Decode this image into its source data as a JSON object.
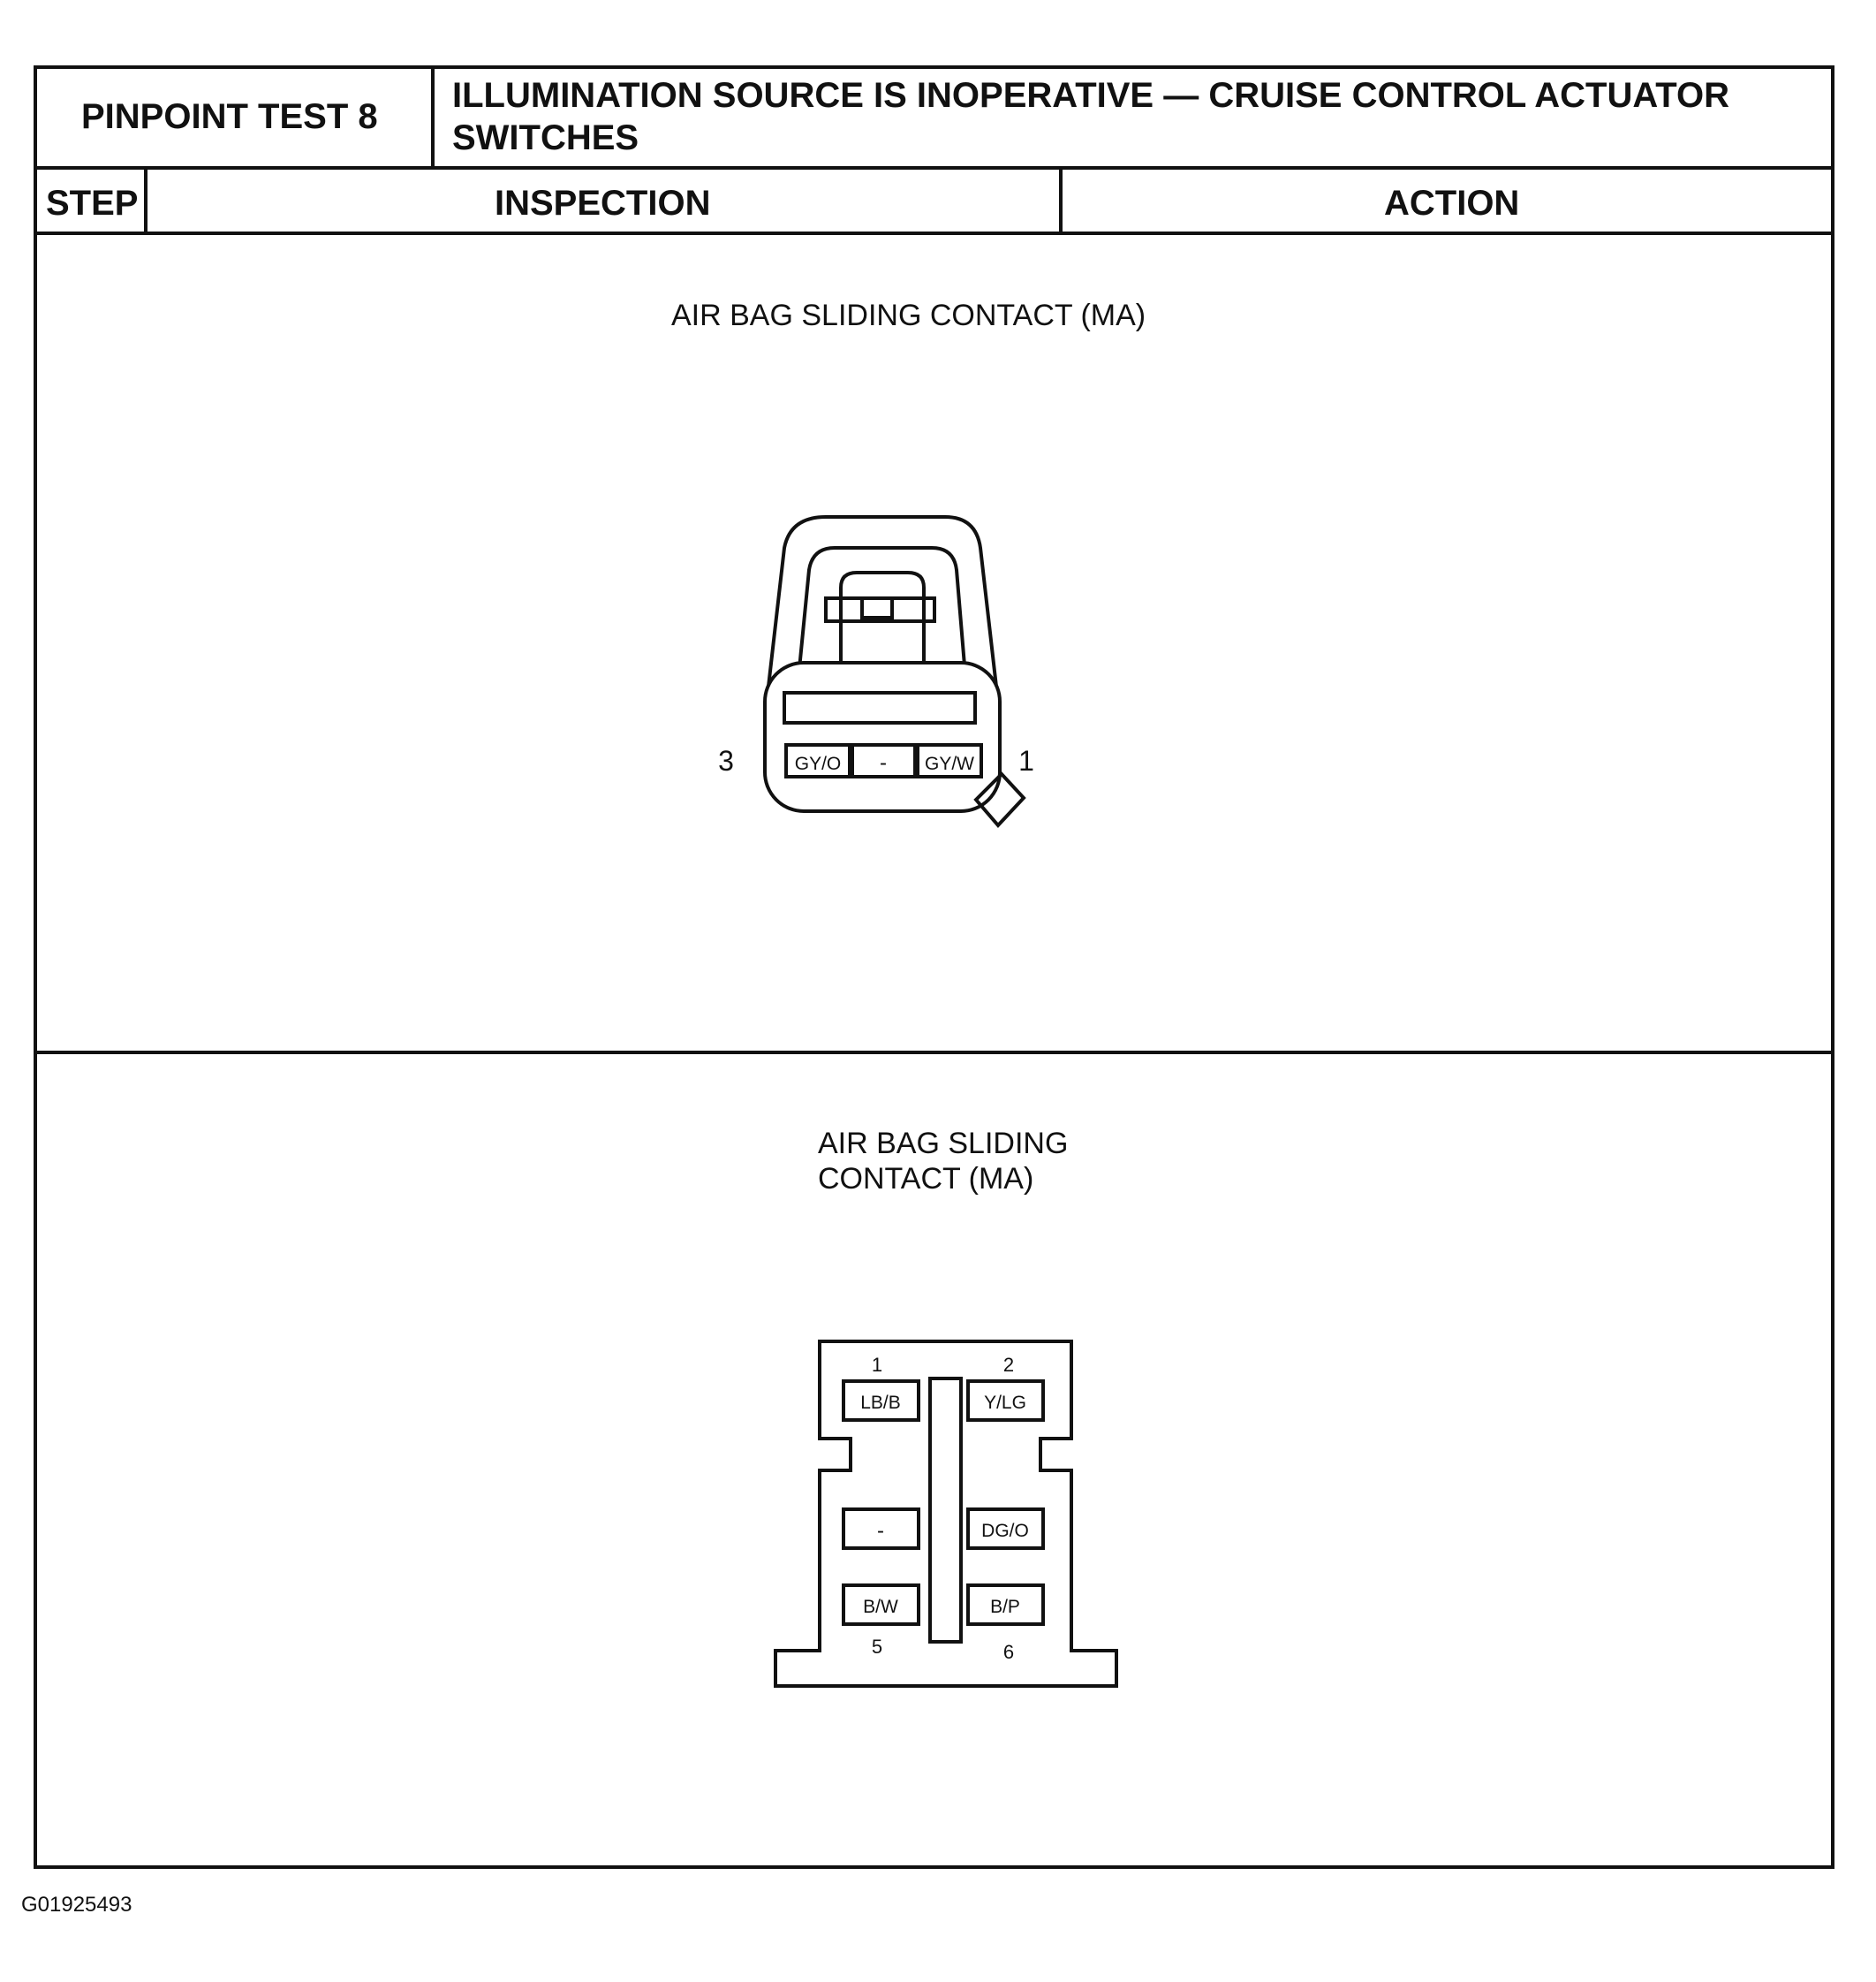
{
  "header": {
    "test_label": "PINPOINT TEST 8",
    "title_line1": "ILLUMINATION SOURCE IS INOPERATIVE — CRUISE CONTROL ACTUATOR",
    "title_line2": "SWITCHES",
    "col_step": "STEP",
    "col_inspection": "INSPECTION",
    "col_action": "ACTION"
  },
  "connector1": {
    "title": "AIR BAG SLIDING CONTACT (MA)",
    "pin_left": "3",
    "pin_right": "1",
    "cells": [
      "GY/O",
      "-",
      "GY/W"
    ]
  },
  "connector2": {
    "title_line1": "AIR BAG SLIDING",
    "title_line2": "CONTACT (MA)",
    "pin_top_left": "1",
    "pin_top_right": "2",
    "pin_bottom_left": "5",
    "pin_bottom_right": "6",
    "cells": {
      "top_left": "LB/B",
      "top_right": "Y/LG",
      "mid_left": "-",
      "mid_right": "DG/O",
      "bottom_left": "B/W",
      "bottom_right": "B/P"
    }
  },
  "footer": {
    "code": "G01925493"
  }
}
